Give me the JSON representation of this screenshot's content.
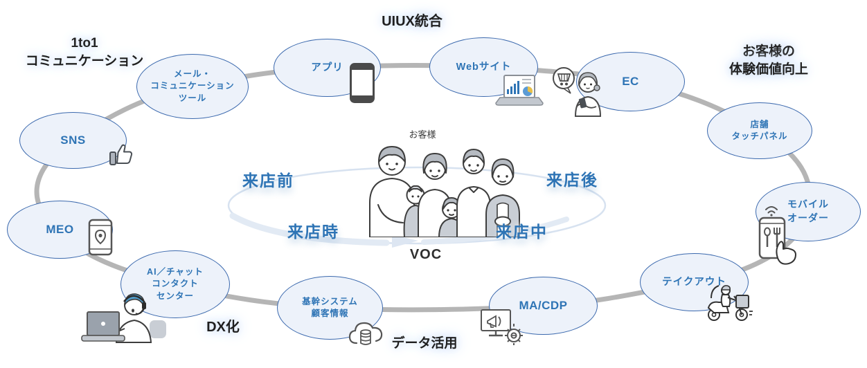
{
  "colors": {
    "accent_blue": "#2e74b5",
    "node_fill": "#edf2fa",
    "node_border": "#3a68ad",
    "connector_gray": "#b5b5b5",
    "heading_color": "#1f1f1f",
    "ring_blue": "#d7e2f0",
    "glow_blue": "#d5e3f7"
  },
  "headings": {
    "uiux": "UIUX統合",
    "one_to_one": [
      "1to1",
      "コミュニケーション"
    ],
    "cx_improve": [
      "お客様の",
      "体験価値向上"
    ],
    "dx": "DX化",
    "data_utilization": "データ活用"
  },
  "center": {
    "customer": "お客様",
    "voc": "VOC",
    "journey": {
      "before": "来店前",
      "at_visit": "来店時",
      "during": "来店中",
      "after": "来店後"
    }
  },
  "nodes": [
    {
      "id": "sns",
      "label": "SNS",
      "icon": "thumbs-up-icon"
    },
    {
      "id": "mail-communication-tool",
      "label": [
        "メール・",
        "コミュニケーション",
        "ツール"
      ]
    },
    {
      "id": "app",
      "label": "アプリ",
      "icon": "smartphone-icon"
    },
    {
      "id": "website",
      "label": "Webサイト",
      "icon": "laptop-analytics-icon"
    },
    {
      "id": "ec",
      "label": "EC",
      "icon": "shopper-with-phone-icon"
    },
    {
      "id": "store-touch-panel",
      "label": [
        "店舗",
        "タッチパネル"
      ]
    },
    {
      "id": "mobile-order",
      "label": [
        "モバイル",
        "オーダー"
      ],
      "icon": "order-phone-icon"
    },
    {
      "id": "takeout",
      "label": "テイクアウト",
      "icon": "delivery-scooter-icon"
    },
    {
      "id": "ma-cdp",
      "label": "MA/CDP",
      "icon": "marketing-monitor-gear-icon"
    },
    {
      "id": "core-system",
      "label": [
        "基幹システム",
        "顧客情報"
      ],
      "icon": "cloud-database-icon"
    },
    {
      "id": "ai-chat-contact-center",
      "label": [
        "AI／チャット",
        "コンタクト",
        "センター"
      ],
      "icon": "operator-laptop-icon"
    },
    {
      "id": "meo",
      "label": "MEO",
      "icon": "map-pin-phone-icon"
    }
  ]
}
